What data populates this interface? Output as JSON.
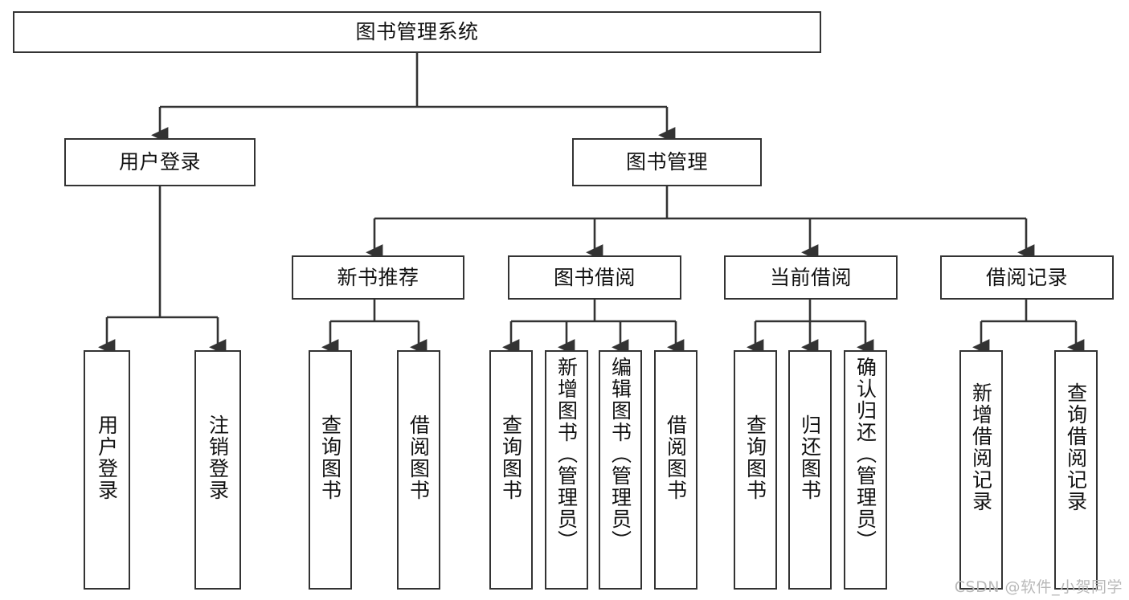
{
  "diagram": {
    "title": "图书管理系统",
    "type": "tree-hierarchy",
    "watermark": "CSDN @软件_小贺同学",
    "colors": {
      "stroke": "#333333",
      "fill": "#ffffff",
      "text": "#111111",
      "watermark": "#b9b9b9"
    },
    "nodes": {
      "root": {
        "label": "图书管理系统"
      },
      "level2": [
        {
          "id": "user-login",
          "label": "用户登录"
        },
        {
          "id": "book-manage",
          "label": "图书管理"
        }
      ],
      "level3": [
        {
          "id": "new-book-recommend",
          "label": "新书推荐"
        },
        {
          "id": "book-borrow",
          "label": "图书借阅"
        },
        {
          "id": "current-borrow",
          "label": "当前借阅"
        },
        {
          "id": "borrow-record",
          "label": "借阅记录"
        }
      ],
      "leaves": {
        "user-login": [
          {
            "id": "leaf-user-login",
            "label": "用户登录"
          },
          {
            "id": "leaf-logout",
            "label": "注销登录"
          }
        ],
        "new-book-recommend": [
          {
            "id": "leaf-query-book-1",
            "label": "查询图书"
          },
          {
            "id": "leaf-borrow-book-1",
            "label": "借阅图书"
          }
        ],
        "book-borrow": [
          {
            "id": "leaf-query-book-2",
            "label": "查询图书"
          },
          {
            "id": "leaf-add-book",
            "label": "新增图书（管理员）"
          },
          {
            "id": "leaf-edit-book",
            "label": "编辑图书（管理员）"
          },
          {
            "id": "leaf-borrow-book-2",
            "label": "借阅图书"
          }
        ],
        "current-borrow": [
          {
            "id": "leaf-query-book-3",
            "label": "查询图书"
          },
          {
            "id": "leaf-return-book",
            "label": "归还图书"
          },
          {
            "id": "leaf-confirm-return",
            "label": "确认归还（管理员）"
          }
        ],
        "borrow-record": [
          {
            "id": "leaf-add-record",
            "label": "新增借阅记录"
          },
          {
            "id": "leaf-query-record",
            "label": "查询借阅记录"
          }
        ]
      }
    }
  }
}
